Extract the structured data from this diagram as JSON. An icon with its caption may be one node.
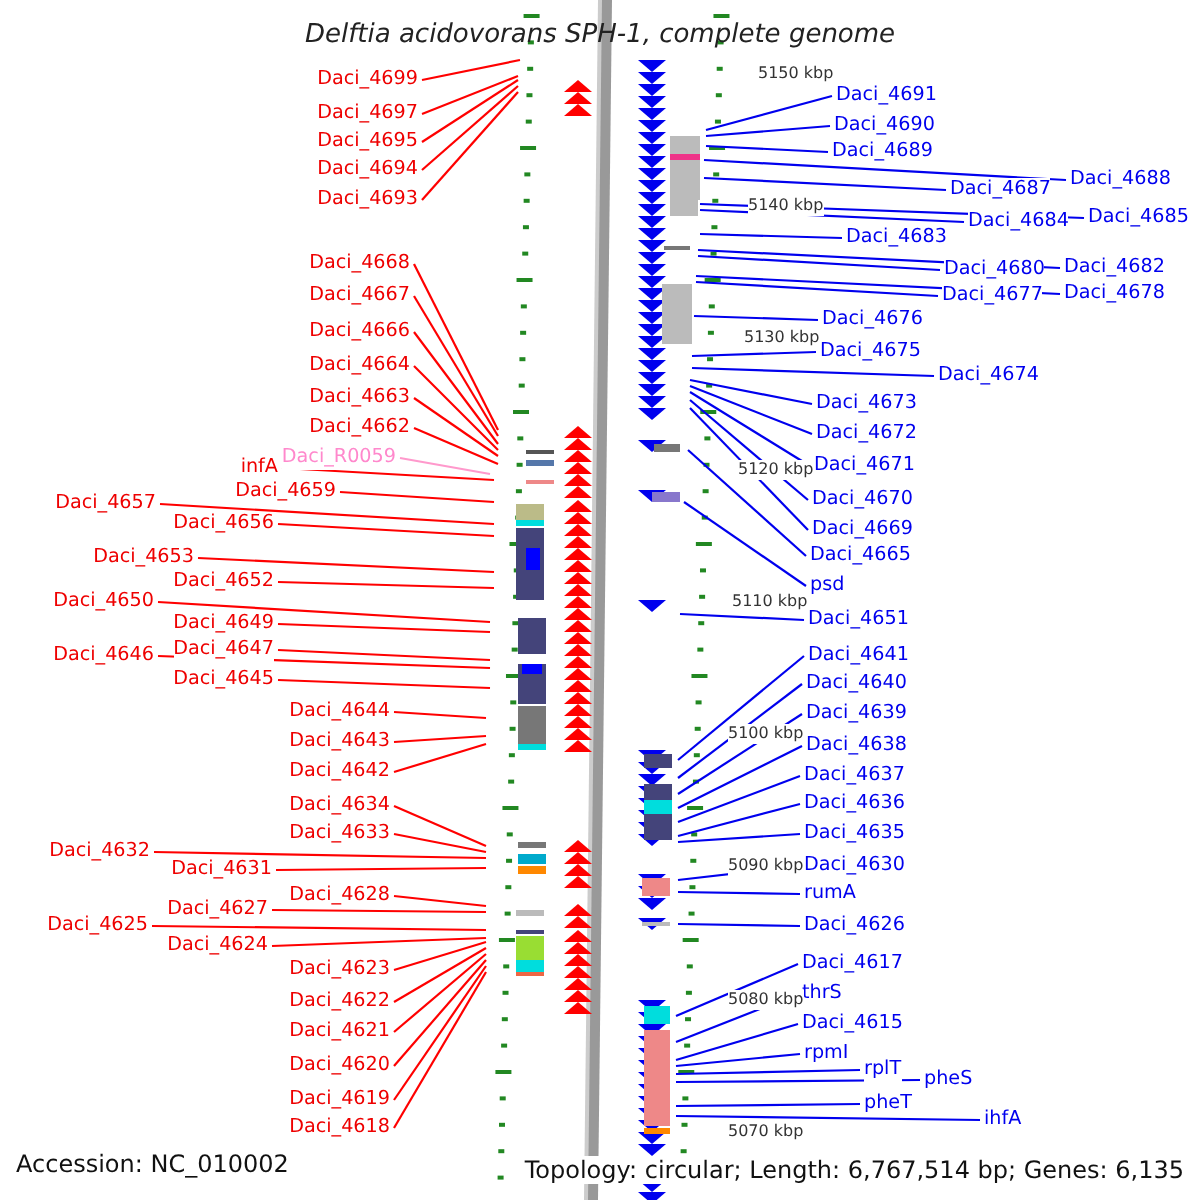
{
  "diagram": {
    "title": "Delftia acidovorans SPH-1, complete genome",
    "nodes": [
      {
        "text": [
          "Daci_4699"
        ]
      },
      {
        "text": [
          "Daci_4697"
        ]
      },
      {
        "text": [
          "Daci_4695"
        ]
      },
      {
        "text": [
          "Daci_4694"
        ]
      },
      {
        "text": [
          "Daci_4693"
        ]
      },
      {
        "text": [
          "Daci_4668"
        ]
      },
      {
        "text": [
          "Daci_4667"
        ]
      },
      {
        "text": [
          "Daci_4666"
        ]
      },
      {
        "text": [
          "Daci_4664"
        ]
      },
      {
        "text": [
          "Daci_4663"
        ]
      },
      {
        "text": [
          "Daci_4662"
        ]
      },
      {
        "text": [
          "Daci_R0059"
        ]
      },
      {
        "text": [
          "infA"
        ]
      },
      {
        "text": [
          "Daci_4659"
        ]
      },
      {
        "text": [
          "Daci_4657"
        ]
      },
      {
        "text": [
          "Daci_4656"
        ]
      },
      {
        "text": [
          "Daci_4653"
        ]
      },
      {
        "text": [
          "Daci_4652"
        ]
      },
      {
        "text": [
          "Daci_4650"
        ]
      },
      {
        "text": [
          "Daci_4649"
        ]
      },
      {
        "text": [
          "Daci_4647"
        ]
      },
      {
        "text": [
          "Daci_4646"
        ]
      },
      {
        "text": [
          "Daci_4645"
        ]
      },
      {
        "text": [
          "Daci_4644"
        ]
      },
      {
        "text": [
          "Daci_4643"
        ]
      },
      {
        "text": [
          "Daci_4642"
        ]
      },
      {
        "text": [
          "Daci_4634"
        ]
      },
      {
        "text": [
          "Daci_4633"
        ]
      },
      {
        "text": [
          "Daci_4632"
        ]
      },
      {
        "text": [
          "Daci_4631"
        ]
      },
      {
        "text": [
          "Daci_4628"
        ]
      },
      {
        "text": [
          "Daci_4627"
        ]
      },
      {
        "text": [
          "Daci_4625"
        ]
      },
      {
        "text": [
          "Daci_4624"
        ]
      },
      {
        "text": [
          "Daci_4623"
        ]
      },
      {
        "text": [
          "Daci_4622"
        ]
      },
      {
        "text": [
          "Daci_4621"
        ]
      },
      {
        "text": [
          "Daci_4620"
        ]
      },
      {
        "text": [
          "Daci_4619"
        ]
      },
      {
        "text": [
          "Daci_4618"
        ]
      },
      {
        "text": [
          "Daci_4691"
        ]
      },
      {
        "text": [
          "Daci_4690"
        ]
      },
      {
        "text": [
          "Daci_4689"
        ]
      },
      {
        "text": [
          "Daci_4688"
        ]
      },
      {
        "text": [
          "Daci_4687"
        ]
      },
      {
        "text": [
          "Daci_4685"
        ]
      },
      {
        "text": [
          "Daci_4684"
        ]
      },
      {
        "text": [
          "Daci_4683"
        ]
      },
      {
        "text": [
          "Daci_4682"
        ]
      },
      {
        "text": [
          "Daci_4680"
        ]
      },
      {
        "text": [
          "Daci_4678"
        ]
      },
      {
        "text": [
          "Daci_4677"
        ]
      },
      {
        "text": [
          "Daci_4676"
        ]
      },
      {
        "text": [
          "Daci_4675"
        ]
      },
      {
        "text": [
          "Daci_4674"
        ]
      },
      {
        "text": [
          "Daci_4673"
        ]
      },
      {
        "text": [
          "Daci_4672"
        ]
      },
      {
        "text": [
          "Daci_4671"
        ]
      },
      {
        "text": [
          "Daci_4670"
        ]
      },
      {
        "text": [
          "Daci_4669"
        ]
      },
      {
        "text": [
          "Daci_4665"
        ]
      },
      {
        "text": [
          "psd"
        ]
      },
      {
        "text": [
          "Daci_4651"
        ]
      },
      {
        "text": [
          "Daci_4641"
        ]
      },
      {
        "text": [
          "Daci_4640"
        ]
      },
      {
        "text": [
          "Daci_4639"
        ]
      },
      {
        "text": [
          "Daci_4638"
        ]
      },
      {
        "text": [
          "Daci_4637"
        ]
      },
      {
        "text": [
          "Daci_4636"
        ]
      },
      {
        "text": [
          "Daci_4635"
        ]
      },
      {
        "text": [
          "Daci_4630"
        ]
      },
      {
        "text": [
          "rumA"
        ]
      },
      {
        "text": [
          "Daci_4626"
        ]
      },
      {
        "text": [
          "Daci_4617"
        ]
      },
      {
        "text": [
          "thrS"
        ]
      },
      {
        "text": [
          "Daci_4615"
        ]
      },
      {
        "text": [
          "rpmI"
        ]
      },
      {
        "text": [
          "rplT"
        ]
      },
      {
        "text": [
          "pheS"
        ]
      },
      {
        "text": [
          "pheT"
        ]
      },
      {
        "text": [
          "ihfA"
        ]
      }
    ],
    "edges": [
      {
        "from": 0,
        "to": null,
        "arrow": "none",
        "color": "#ff0000"
      },
      {
        "from": 1,
        "to": null,
        "arrow": "none",
        "color": "#ff0000"
      },
      {
        "from": 2,
        "to": null,
        "arrow": "none",
        "color": "#ff0000"
      },
      {
        "from": 3,
        "to": null,
        "arrow": "none",
        "color": "#ff0000"
      },
      {
        "from": 4,
        "to": null,
        "arrow": "none",
        "color": "#ff0000"
      },
      {
        "from": 5,
        "to": null,
        "arrow": "none",
        "color": "#ff0000"
      },
      {
        "from": 6,
        "to": null,
        "arrow": "none",
        "color": "#ff0000"
      },
      {
        "from": 7,
        "to": null,
        "arrow": "none",
        "color": "#ff0000"
      },
      {
        "from": 8,
        "to": null,
        "arrow": "none",
        "color": "#ff0000"
      },
      {
        "from": 9,
        "to": null,
        "arrow": "none",
        "color": "#ff0000"
      },
      {
        "from": 10,
        "to": null,
        "arrow": "none",
        "color": "#ff0000"
      },
      {
        "from": 11,
        "to": null,
        "arrow": "none",
        "color": "#ff99cc"
      },
      {
        "from": 12,
        "to": null,
        "arrow": "none",
        "color": "#ff0000"
      },
      {
        "from": 13,
        "to": null,
        "arrow": "none",
        "color": "#ff0000"
      },
      {
        "from": 14,
        "to": null,
        "arrow": "none",
        "color": "#ff0000"
      },
      {
        "from": 15,
        "to": null,
        "arrow": "none",
        "color": "#ff0000"
      },
      {
        "from": 16,
        "to": null,
        "arrow": "none",
        "color": "#ff0000"
      },
      {
        "from": 17,
        "to": null,
        "arrow": "none",
        "color": "#ff0000"
      },
      {
        "from": 18,
        "to": null,
        "arrow": "none",
        "color": "#ff0000"
      },
      {
        "from": 19,
        "to": null,
        "arrow": "none",
        "color": "#ff0000"
      },
      {
        "from": 20,
        "to": null,
        "arrow": "none",
        "color": "#ff0000"
      },
      {
        "from": 21,
        "to": null,
        "arrow": "none",
        "color": "#ff0000"
      },
      {
        "from": 22,
        "to": null,
        "arrow": "none",
        "color": "#ff0000"
      },
      {
        "from": 23,
        "to": null,
        "arrow": "none",
        "color": "#ff0000"
      },
      {
        "from": 24,
        "to": null,
        "arrow": "none",
        "color": "#ff0000"
      },
      {
        "from": 25,
        "to": null,
        "arrow": "none",
        "color": "#ff0000"
      },
      {
        "from": 26,
        "to": null,
        "arrow": "none",
        "color": "#ff0000"
      },
      {
        "from": 27,
        "to": null,
        "arrow": "none",
        "color": "#ff0000"
      },
      {
        "from": 28,
        "to": null,
        "arrow": "none",
        "color": "#ff0000"
      },
      {
        "from": 29,
        "to": null,
        "arrow": "none",
        "color": "#ff0000"
      },
      {
        "from": 30,
        "to": null,
        "arrow": "none",
        "color": "#ff0000"
      },
      {
        "from": 31,
        "to": null,
        "arrow": "none",
        "color": "#ff0000"
      },
      {
        "from": 32,
        "to": null,
        "arrow": "none",
        "color": "#ff0000"
      },
      {
        "from": 33,
        "to": null,
        "arrow": "none",
        "color": "#ff0000"
      },
      {
        "from": 34,
        "to": null,
        "arrow": "none",
        "color": "#ff0000"
      },
      {
        "from": 35,
        "to": null,
        "arrow": "none",
        "color": "#ff0000"
      },
      {
        "from": 36,
        "to": null,
        "arrow": "none",
        "color": "#ff0000"
      },
      {
        "from": 37,
        "to": null,
        "arrow": "none",
        "color": "#ff0000"
      },
      {
        "from": 38,
        "to": null,
        "arrow": "none",
        "color": "#ff0000"
      },
      {
        "from": 39,
        "to": null,
        "arrow": "none",
        "color": "#ff0000"
      },
      {
        "from": 40,
        "to": null,
        "arrow": "none"
      },
      {
        "from": 41,
        "to": null,
        "arrow": "none"
      },
      {
        "from": 42,
        "to": null,
        "arrow": "none"
      },
      {
        "from": 43,
        "to": null,
        "arrow": "none"
      },
      {
        "from": 44,
        "to": null,
        "arrow": "none"
      },
      {
        "from": 45,
        "to": null,
        "arrow": "none"
      },
      {
        "from": 46,
        "to": null,
        "arrow": "none"
      },
      {
        "from": 47,
        "to": null,
        "arrow": "none"
      },
      {
        "from": 48,
        "to": null,
        "arrow": "none"
      },
      {
        "from": 49,
        "to": null,
        "arrow": "none"
      },
      {
        "from": 50,
        "to": null,
        "arrow": "none"
      },
      {
        "from": 51,
        "to": null,
        "arrow": "none"
      },
      {
        "from": 52,
        "to": null,
        "arrow": "none"
      },
      {
        "from": 53,
        "to": null,
        "arrow": "none"
      },
      {
        "from": 54,
        "to": null,
        "arrow": "none"
      },
      {
        "from": 55,
        "to": null,
        "arrow": "none"
      },
      {
        "from": 56,
        "to": null,
        "arrow": "none"
      },
      {
        "from": 57,
        "to": null,
        "arrow": "none"
      },
      {
        "from": 58,
        "to": null,
        "arrow": "none"
      },
      {
        "from": 59,
        "to": null,
        "arrow": "none"
      },
      {
        "from": 60,
        "to": null,
        "arrow": "none"
      },
      {
        "from": 61,
        "to": null,
        "arrow": "none"
      },
      {
        "from": 62,
        "to": null,
        "arrow": "none"
      },
      {
        "from": 63,
        "to": null,
        "arrow": "none"
      },
      {
        "from": 64,
        "to": null,
        "arrow": "none"
      },
      {
        "from": 65,
        "to": null,
        "arrow": "none"
      },
      {
        "from": 66,
        "to": null,
        "arrow": "none"
      },
      {
        "from": 67,
        "to": null,
        "arrow": "none"
      },
      {
        "from": 68,
        "to": null,
        "arrow": "none"
      },
      {
        "from": 69,
        "to": null,
        "arrow": "none"
      },
      {
        "from": 70,
        "to": null,
        "arrow": "none"
      },
      {
        "from": 71,
        "to": null,
        "arrow": "none"
      },
      {
        "from": 72,
        "to": null,
        "arrow": "none"
      },
      {
        "from": 73,
        "to": null,
        "arrow": "none"
      },
      {
        "from": 74,
        "to": null,
        "arrow": "none"
      },
      {
        "from": 75,
        "to": null,
        "arrow": "none"
      },
      {
        "from": 76,
        "to": null,
        "arrow": "none"
      },
      {
        "from": 77,
        "to": null,
        "arrow": "none"
      },
      {
        "from": 78,
        "to": null,
        "arrow": "none"
      },
      {
        "from": 79,
        "to": null,
        "arrow": "none"
      },
      {
        "from": 80,
        "to": null,
        "arrow": "none"
      }
    ],
    "labels": [
      "5150 kbp",
      "5140 kbp",
      "5130 kbp",
      "5120 kbp",
      "5110 kbp",
      "5100 kbp",
      "5090 kbp",
      "5080 kbp",
      "5070 kbp",
      "Accession: NC_010002",
      "Topology: circular; Length: 6,767,514 bp; Genes: 6,135"
    ]
  }
}
